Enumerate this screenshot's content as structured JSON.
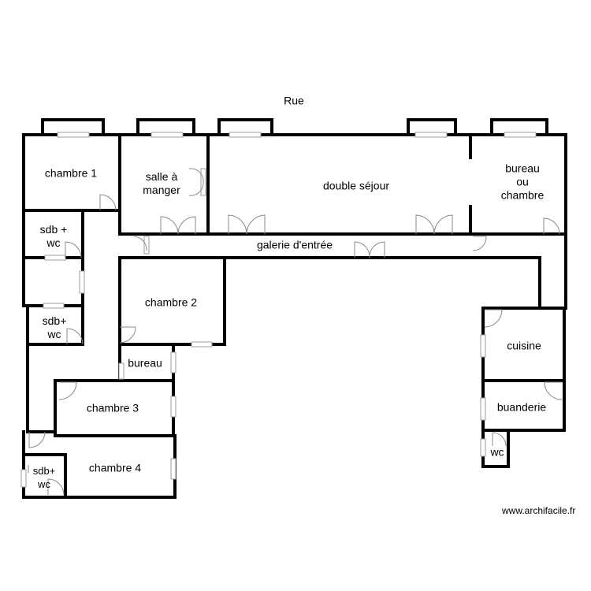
{
  "street": "Rue",
  "rooms": {
    "chambre_1": "chambre 1",
    "salle_a_manger": "salle à\nmanger",
    "double_sejour": "double séjour",
    "bureau_ou_chambre": "bureau\nou\nchambre",
    "sdb_wc_1": "sdb +\nwc",
    "galerie": "galerie d'entrée",
    "sdb_wc_2": "sdb+\nwc",
    "chambre_2": "chambre 2",
    "bureau": "bureau",
    "chambre_3": "chambre 3",
    "chambre_4": "chambre 4",
    "sdb_wc_3": "sdb+\nwc",
    "cuisine": "cuisine",
    "buanderie": "buanderie",
    "wc": "wc"
  },
  "watermark": "www.archifacile.fr",
  "colors": {
    "wall": "#000000",
    "door_frame": "#9e9e9e",
    "background": "#ffffff"
  }
}
